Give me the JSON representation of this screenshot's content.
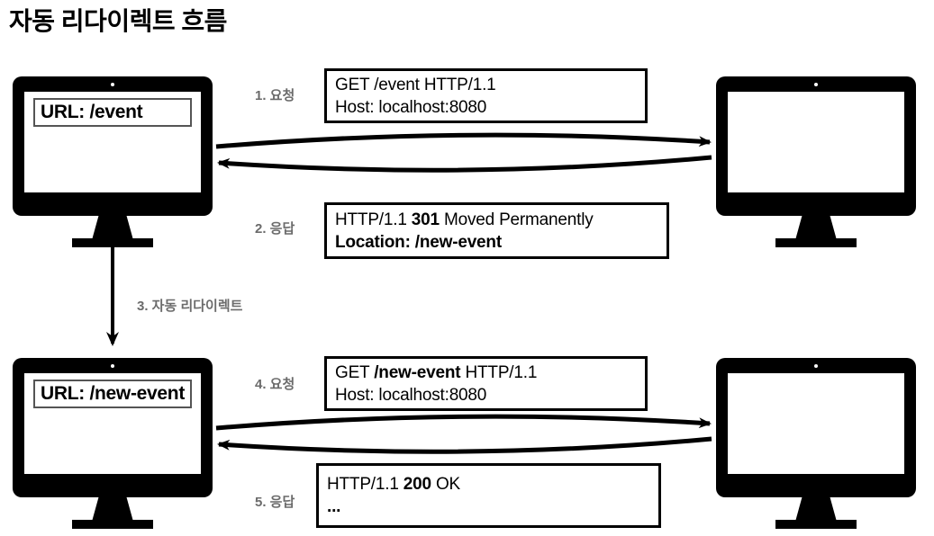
{
  "title": "자동 리다이렉트 흐름",
  "colors": {
    "ink": "#000000",
    "step_label": "#6b6b6b",
    "background": "#ffffff",
    "url_bar_border": "#555555"
  },
  "clients": [
    {
      "id": "client-top",
      "url_label": "URL: /event"
    },
    {
      "id": "client-bottom",
      "url_label": "URL: /new-event"
    }
  ],
  "servers": [
    {
      "id": "server-top"
    },
    {
      "id": "server-bottom"
    }
  ],
  "steps": [
    {
      "id": "step-1",
      "label": "1. 요청"
    },
    {
      "id": "step-2",
      "label": "2. 응답"
    },
    {
      "id": "step-3",
      "label": "3. 자동 리다이렉트"
    },
    {
      "id": "step-4",
      "label": "4. 요청"
    },
    {
      "id": "step-5",
      "label": "5. 응답"
    }
  ],
  "messages": {
    "request_1": {
      "line1_pre": "GET /event HTTP/1.1",
      "line2": "Host: localhost:8080"
    },
    "response_2": {
      "line1_pre": "HTTP/1.1 ",
      "line1_bold": "301",
      "line1_post": " Moved Permanently",
      "line2": "Location: /new-event"
    },
    "request_4": {
      "line1_pre": "GET ",
      "line1_bold": "/new-event",
      "line1_post": " HTTP/1.1",
      "line2": "Host: localhost:8080"
    },
    "response_5": {
      "line1_pre": "HTTP/1.1 ",
      "line1_bold": "200",
      "line1_post": " OK",
      "line2": "..."
    }
  },
  "arrows": [
    {
      "id": "arrow-request-top",
      "direction": "right",
      "from": "client-top",
      "to": "server-top"
    },
    {
      "id": "arrow-response-top",
      "direction": "left",
      "from": "server-top",
      "to": "client-top"
    },
    {
      "id": "arrow-redirect",
      "direction": "down",
      "from": "client-top",
      "to": "client-bottom"
    },
    {
      "id": "arrow-request-bottom",
      "direction": "right",
      "from": "client-bottom",
      "to": "server-bottom"
    },
    {
      "id": "arrow-response-bottom",
      "direction": "left",
      "from": "server-bottom",
      "to": "client-bottom"
    }
  ]
}
